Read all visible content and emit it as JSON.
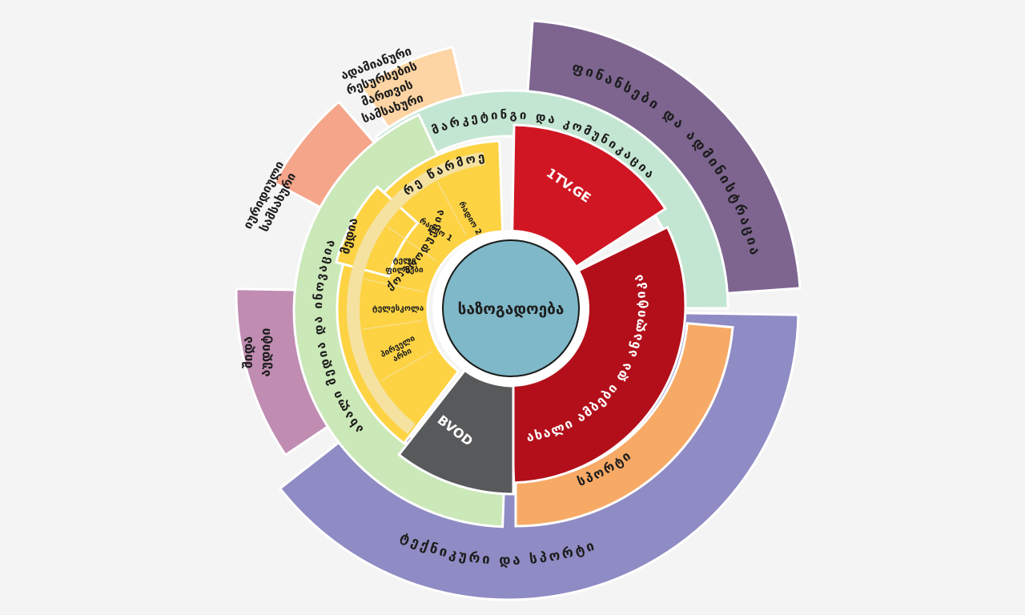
{
  "center": {
    "label": "საზოგადოება",
    "color": "#7fb8c8"
  },
  "segments": {
    "finance": {
      "label": "ფინანსები და ადმინისტრაცია",
      "color": "#7e6590"
    },
    "technical": {
      "label": "ტექნიკური და სპორტი",
      "color": "#8f8bc4"
    },
    "hr": {
      "lines": [
        "ადამიანური",
        "რესურსების",
        "მართვის",
        "სამსახური"
      ],
      "color": "#fdd5a4"
    },
    "legal": {
      "lines": [
        "იურიდიული",
        "სამსახური"
      ],
      "color": "#f5a58a"
    },
    "audit": {
      "lines": [
        "შიდა",
        "აუდიტი"
      ],
      "color": "#c08cb2"
    },
    "marketing": {
      "label": "მარკეტინგი და კომუნიკაცია",
      "color": "#c3e6d2"
    },
    "development": {
      "label": "ახალი მედია და ინოვაცია",
      "color": "#cbe8b8"
    },
    "sport": {
      "label": "სპორტი",
      "color": "#f7aa66"
    },
    "news": {
      "label": "ახალი ამბები და ანალიტიკა",
      "color": "#b20f1a"
    },
    "web": {
      "label": "1TV.GE",
      "color": "#d01623"
    },
    "bvod": {
      "label": "BVOD",
      "color": "#58595b"
    },
    "production": {
      "label": "გარე წარმოება",
      "color": "#fdd344"
    },
    "media": {
      "label": "მედია",
      "color": "#fdd344"
    },
    "coproduction": {
      "label": "ქო-პროდუქცია",
      "color": "#f5e2a1"
    }
  },
  "production_items": [
    {
      "lines": [
        "რადიო 2"
      ]
    },
    {
      "lines": [
        "რადიო 1"
      ]
    },
    {
      "lines": [
        "ტელე",
        "ფილმები"
      ]
    },
    {
      "lines": [
        "ტელესკოლა"
      ]
    },
    {
      "lines": [
        "პირველი",
        "არხი"
      ]
    }
  ]
}
